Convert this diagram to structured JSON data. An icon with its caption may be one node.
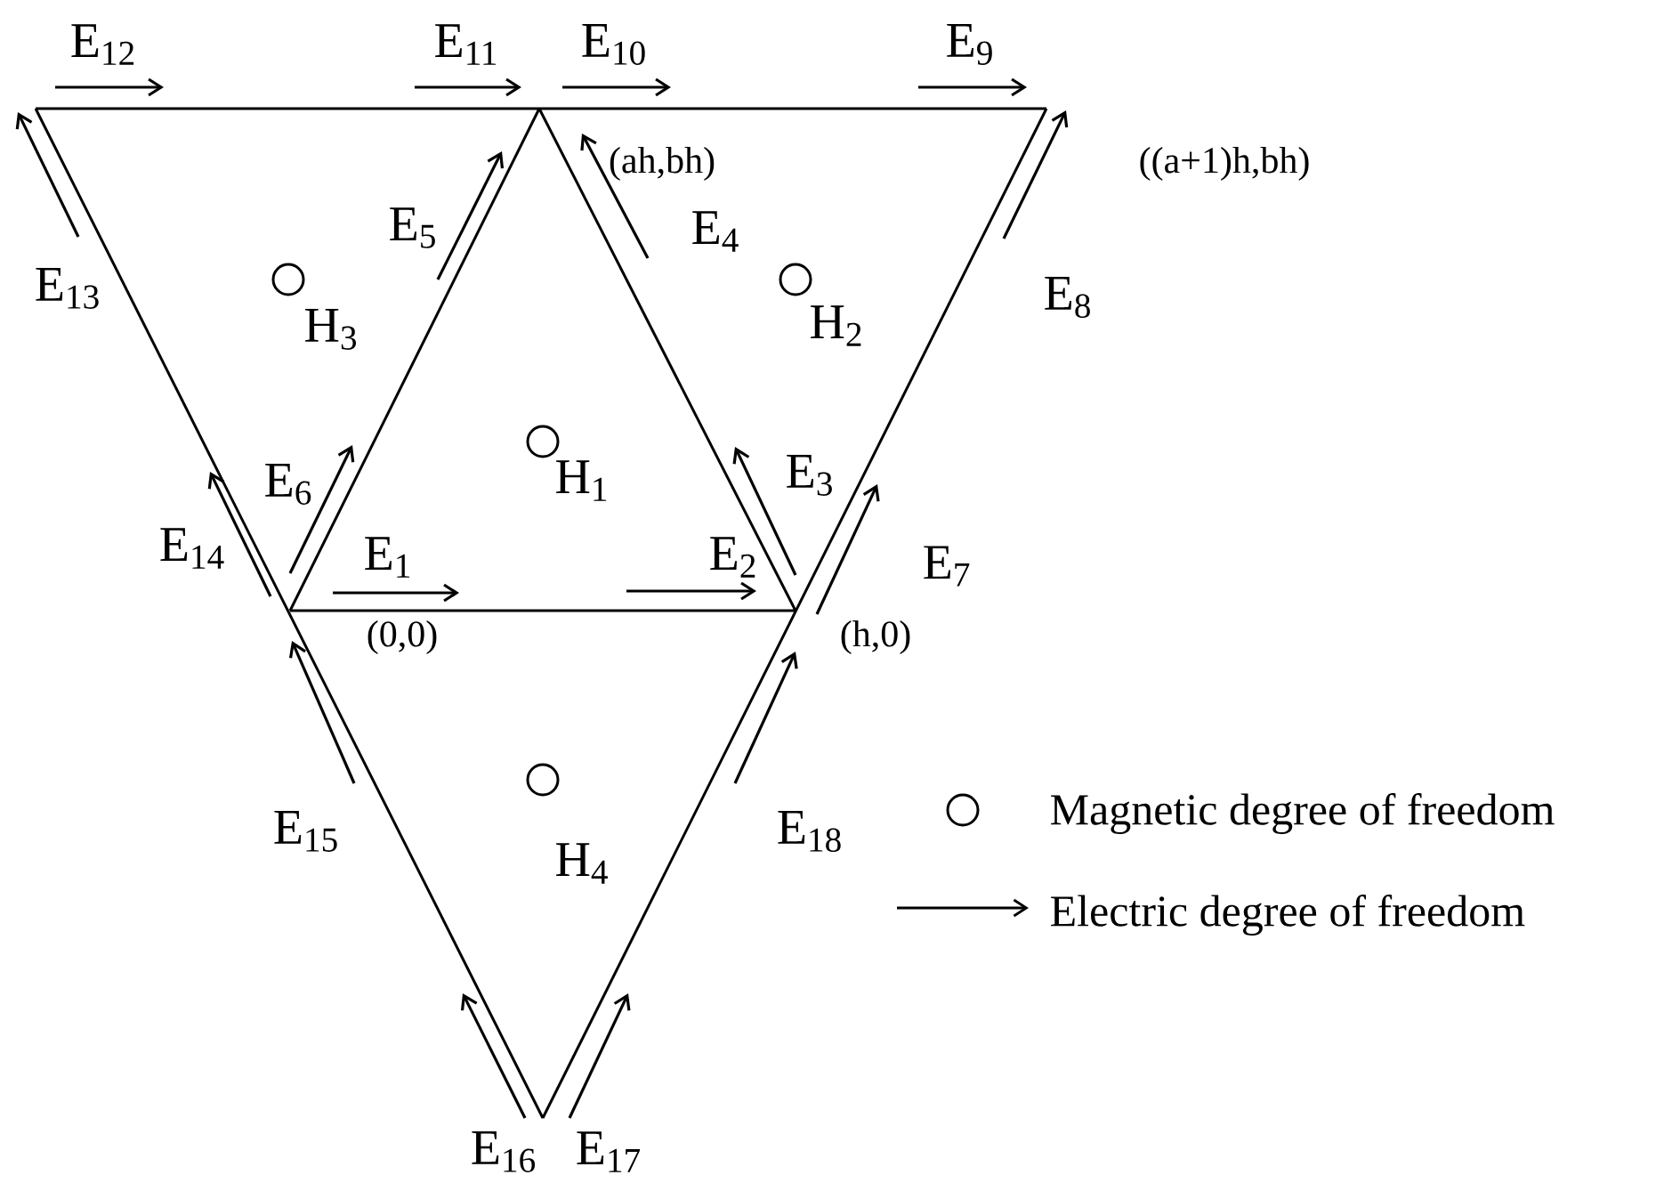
{
  "diagram": {
    "labels": [
      "E$_{12}$",
      "E$_{11}$",
      "E$_{10}$",
      "E$_{9}$",
      "E$_{13}$",
      "(ah,bh)",
      "((a+1)h,bh)",
      "E$_{5}$",
      "E$_{4}$",
      "H$_{3}$",
      "H$_{2}$",
      "E$_{8}$",
      "E$_{6}$",
      "H$_{1}$",
      "E$_{3}$",
      "E$_{14}$",
      "E$_{1}$",
      "E$_{2}$",
      "E$_{7}$",
      "(0,0)",
      "(h,0)",
      "H$_{4}$",
      "E$_{15}$",
      "E$_{18}$",
      "E$_{16}$",
      "E$_{17}$"
    ],
    "legend": [
      {
        "text": "Magnetic degree of freedom"
      },
      {
        "text": "Electric degree of freedom"
      }
    ]
  }
}
